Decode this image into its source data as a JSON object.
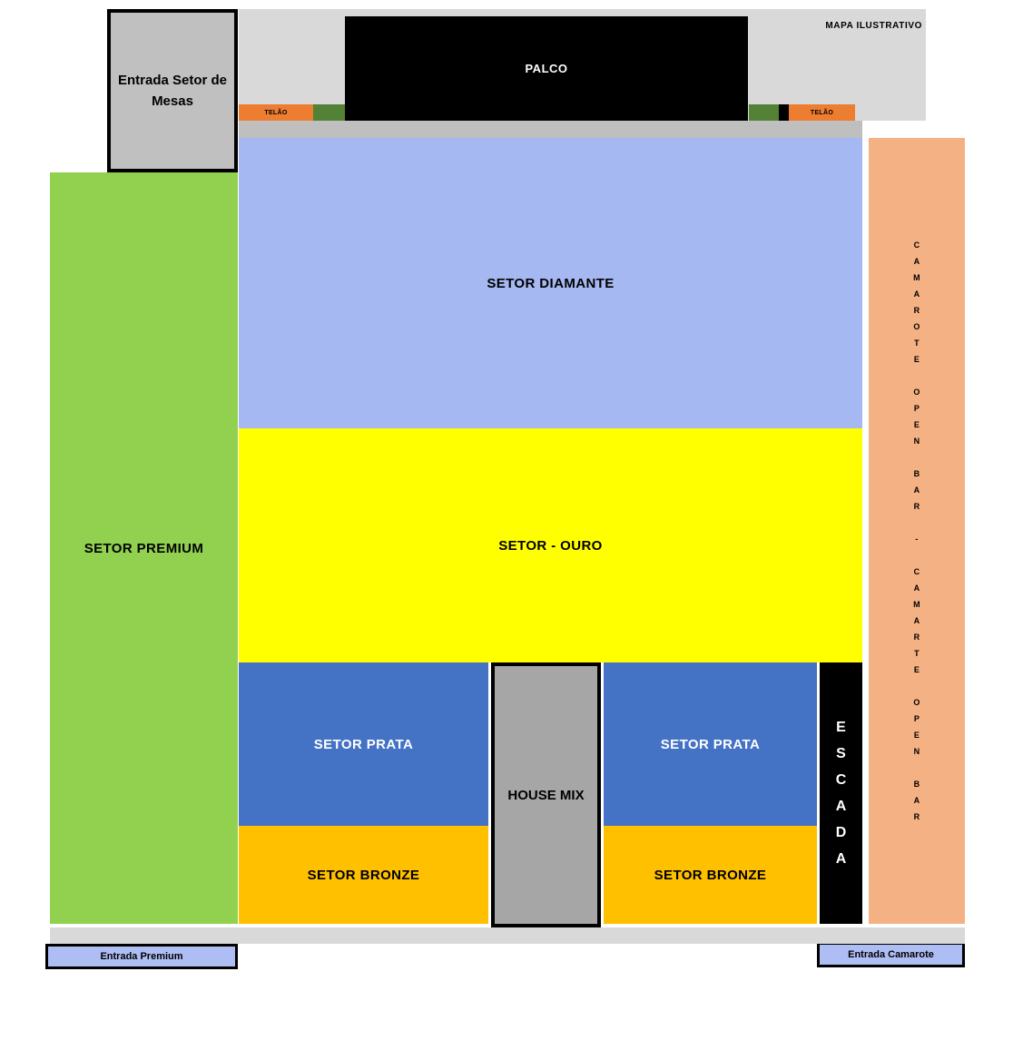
{
  "map": {
    "disclaimer": "MAPA ILUSTRATIVO",
    "colors": {
      "top_band": "#d9d9d9",
      "under_stage_band": "#bfbfbf",
      "bottom_band": "#d9d9d9",
      "stage": "#000000",
      "screen": "#ed7d31",
      "speaker": "#538135",
      "mesas_entrance": "#c0c0c0",
      "premium": "#92d050",
      "diamante": "#a5b8f2",
      "ouro": "#ffff00",
      "prata": "#4472c4",
      "bronze": "#ffc000",
      "house_mix": "#a6a6a6",
      "escada": "#000000",
      "camarote": "#f4b183",
      "entrance_box": "#aebdf3"
    },
    "stage": {
      "label": "PALCO"
    },
    "screens": {
      "left_label": "TELÃO",
      "right_label": "TELÃO"
    },
    "entrances": {
      "mesas": {
        "label": "Entrada Setor de Mesas"
      },
      "premium": {
        "label": "Entrada Premium"
      },
      "camarote": {
        "label": "Entrada Camarote"
      }
    },
    "sectors": {
      "premium": {
        "label": "SETOR PREMIUM"
      },
      "diamante": {
        "label": "SETOR DIAMANTE"
      },
      "ouro": {
        "label": "SETOR - OURO"
      },
      "prata_left": {
        "label": "SETOR PRATA"
      },
      "prata_right": {
        "label": "SETOR PRATA"
      },
      "bronze_left": {
        "label": "SETOR BRONZE"
      },
      "bronze_right": {
        "label": "SETOR BRONZE"
      },
      "house_mix": {
        "label": "HOUSE MIX"
      },
      "escada": {
        "label": "ESCADA",
        "vertical_text": "E\nS\nC\nA\nD\nA"
      },
      "camarote_open_bar": {
        "groups": [
          "CAMAROTE",
          "OPEN",
          "BAR",
          "-",
          "CAMARTE",
          "OPEN",
          "BAR"
        ],
        "vertical_text": "C\nA\nM\nA\nR\nO\nT\nE\n\nO\nP\nE\nN\n\nB\nA\nR\n\n-\n\nC\nA\nM\nA\nR\nT\nE\n\nO\nP\nE\nN\n\nB\nA\nR"
      }
    }
  }
}
